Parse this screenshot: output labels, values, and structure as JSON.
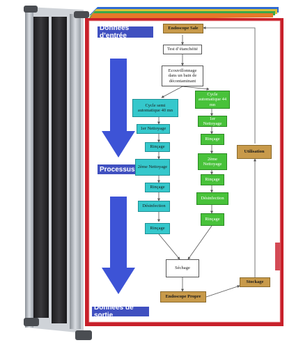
{
  "labels": {
    "input": "Données d’entrée",
    "process": "Processus",
    "output": "Données de sortie"
  },
  "nodes": {
    "dirty_scope": "Endoscope Sale",
    "leak_test": "Test d’étanchéité",
    "bath": "Ecouvillonnage dans un bain de décontaminant",
    "cycle_semi": "Cycle semi automatique 40 mn",
    "cycle_auto": "Cycle automatique 44 mn",
    "semi_steps": [
      "1er Nettoyage",
      "Rinçage",
      "2ème Nettoyage",
      "Rinçage",
      "Désinfection",
      "Rinçage"
    ],
    "auto_steps": [
      "1er Nettoyage",
      "Rinçage",
      "2ème Nettoyage",
      "Rinçage",
      "Désinfection",
      "Rinçage"
    ],
    "drying": "Séchage",
    "clean_scope": "Endoscope Propre",
    "storage": "Stockage",
    "use": "Utilisation"
  },
  "colors": {
    "frame_red": "#c8202a",
    "label_blue": "#4050c0",
    "arrow_blue": "#3d53d6",
    "teal": "#35c8cc",
    "green": "#48c23a",
    "tan": "#c89a4a"
  },
  "icons": [
    "double-chevron-icon"
  ]
}
